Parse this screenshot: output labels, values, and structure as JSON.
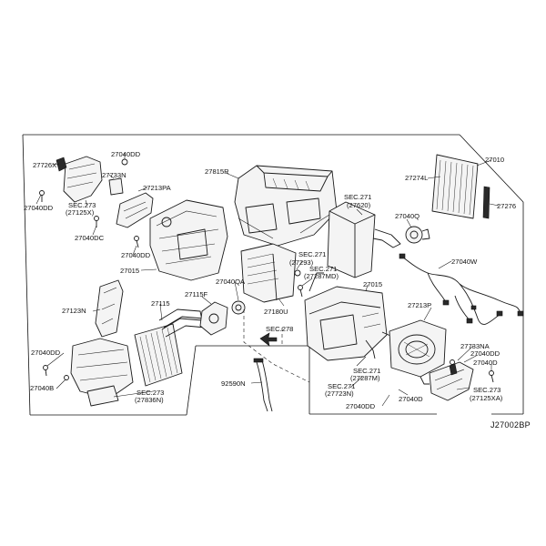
{
  "diagram_id": "J27002BP",
  "labels": {
    "p27726x": "27726X",
    "p27040dd_a": "27040DD",
    "p27733n": "27733N",
    "p27040dd_b": "27040DD",
    "sec273_a": "SEC.273",
    "sec273_a_sub": "(27125X)",
    "p27040dc": "27040DC",
    "p27213pa": "27213PA",
    "p27040dd_c": "27040DD",
    "p27015_a": "27015",
    "p27815r": "27815R",
    "sec271_a": "SEC.271",
    "sec271_a_sub": "(27620)",
    "p27010": "27010",
    "p27274l": "27274L",
    "p27276": "27276",
    "p27040q": "27040Q",
    "p27040w": "27040W",
    "sec271_b": "SEC.271",
    "sec271_b_sub": "(27293)",
    "sec271_c": "SEC.271",
    "sec271_c_sub": "(27287MD)",
    "p27015_b": "27015",
    "p27123n": "27123N",
    "p27115": "27115",
    "p27115f": "27115F",
    "p27040qa": "27040QA",
    "p27180u": "27180U",
    "sec278": "SEC.278",
    "p27213p": "27213P",
    "p27733na": "27733NA",
    "p27040dd_d": "27040DD",
    "p27040d_e": "27040D",
    "p27040dd_f": "27040DD",
    "p27040b": "27040B",
    "sec273_b": "SEC.273",
    "sec273_b_sub": "(27836N)",
    "p92590n": "92590N",
    "sec271_d": "SEC.271",
    "sec271_d_sub": "(27287M)",
    "sec271_e": "SEC.271",
    "sec271_e_sub": "(27723N)",
    "p27040dd_g": "27040DD",
    "p27040d_h": "27040D",
    "sec273_c": "SEC.273",
    "sec273_c_sub": "(27125XA)"
  }
}
